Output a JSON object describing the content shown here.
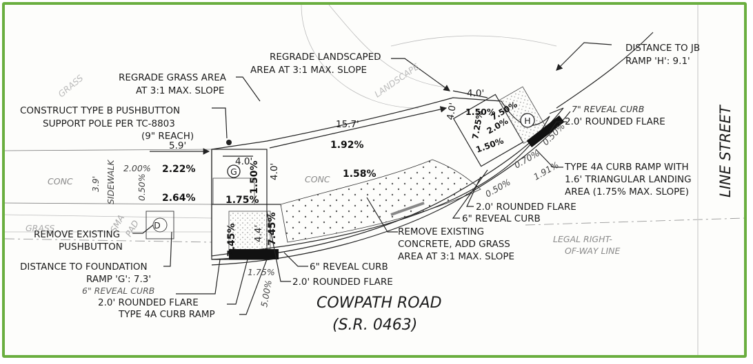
{
  "labels": {
    "distance_jb_1": "DISTANCE TO JB",
    "distance_jb_2": "RAMP 'H': 9.1'",
    "regrade_land_1": "REGRADE LANDSCAPED",
    "regrade_land_2": "AREA AT 3:1 MAX. SLOPE",
    "regrade_grass_1": "REGRADE GRASS AREA",
    "regrade_grass_2": "AT 3:1 MAX. SLOPE",
    "pushbutton_1": "CONSTRUCT TYPE B PUSHBUTTON",
    "pushbutton_2": "SUPPORT POLE PER TC-8803",
    "pushbutton_3": "(9\" REACH)",
    "reveal_curb_7": "7\" REVEAL CURB",
    "rounded_flare_top": "2.0' ROUNDED FLARE",
    "type4a_h_1": "TYPE 4A CURB RAMP WITH",
    "type4a_h_2": "1.6' TRIANGULAR LANDING",
    "type4a_h_3": "AREA (1.75% MAX. SLOPE)",
    "rounded_flare_mid": "2.0' ROUNDED FLARE",
    "reveal_curb_mid": "6\" REVEAL CURB",
    "remove_conc_1": "REMOVE EXISTING",
    "remove_conc_2": "CONCRETE, ADD GRASS",
    "remove_conc_3": "AREA AT 3:1 MAX. SLOPE",
    "remove_pb_1": "REMOVE EXISTING",
    "remove_pb_2": "PUSHBUTTON",
    "dist_found_1": "DISTANCE TO FOUNDATION",
    "dist_found_2": "RAMP 'G': 7.3'",
    "reveal_curb_g": "6\" REVEAL CURB",
    "rounded_flare_g": "2.0' ROUNDED FLARE",
    "type4a_g": "TYPE 4A CURB RAMP",
    "reveal_curb_bot": "6\" REVEAL CURB",
    "rounded_flare_bot": "2.0' ROUNDED FLARE",
    "legal_row_1": "LEGAL RIGHT-",
    "legal_row_2": "OF-WAY LINE",
    "road_name": "COWPATH ROAD",
    "road_route": "(S.R. 0463)",
    "street_name": "LINE STREET",
    "grass_1": "GRASS",
    "grass_2": "GRASS",
    "landscape": "LANDSCAPE",
    "conc_1": "CONC",
    "conc_2": "CONC",
    "sidewalk": "SIDEWALK",
    "sidewalk_width": "3.9'",
    "sma": "SMA",
    "pad": "PAD",
    "marker_g": "G",
    "marker_h": "H",
    "marker_d": "D"
  },
  "dimensions": {
    "d_5_9": "5.9'",
    "d_15_7": "15.7'",
    "d_4_0_top": "4.0'",
    "d_4_0_g": "4.0'",
    "d_4_0_vert": "4.0'",
    "d_4_0_h": "4.0'",
    "d_4_4": "4.4'"
  },
  "slopes": {
    "s_2_00": "2.00%",
    "s_0_50_left": "0.50%",
    "s_2_22": "2.22%",
    "s_2_64": "2.64%",
    "s_1_75_g": "1.75%",
    "s_1_50_g": "1.50%",
    "s_1_92": "1.92%",
    "s_1_58": "1.58%",
    "s_7_45_a": "7.45%",
    "s_7_45_b": "7.45%",
    "s_1_75_bot": "1.75%",
    "s_5_00": "5.00%",
    "s_1_50_h": "1.50%",
    "s_7_50_h": "7.50%",
    "s_2_0_h": "2.0%",
    "s_7_25_h": "7.25%",
    "s_1_50_h2": "1.50%",
    "s_0_50_ra": "0.50%",
    "s_0_70": "0.70%",
    "s_1_91": "1.91%",
    "s_0_50_rb": "0.50%"
  }
}
